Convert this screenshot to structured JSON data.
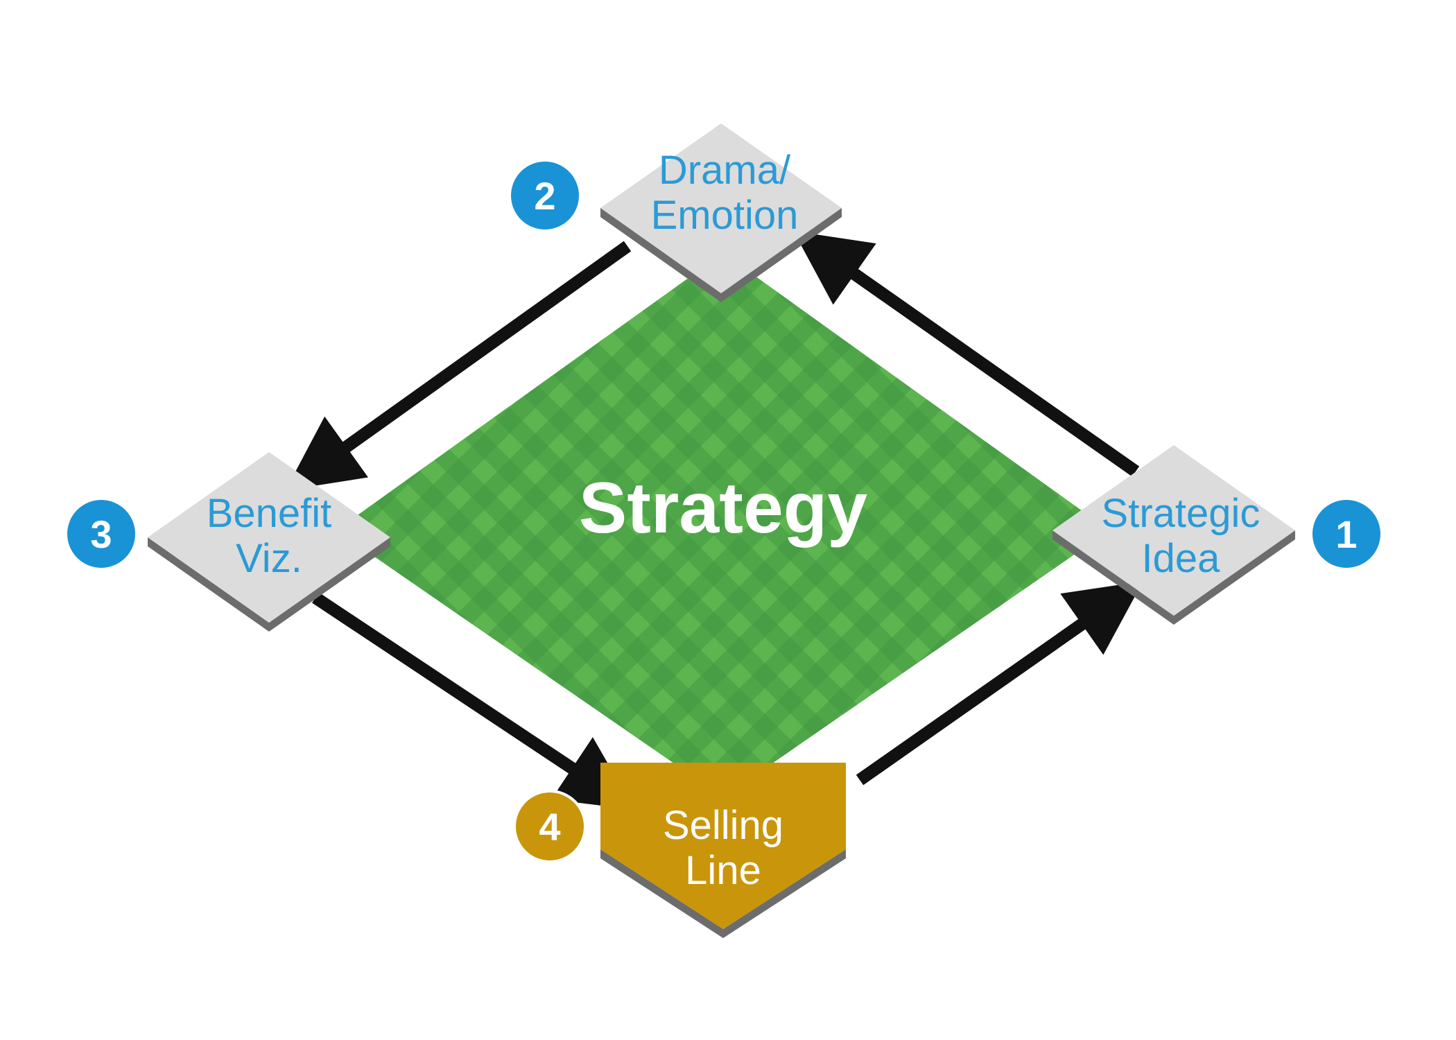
{
  "diagram": {
    "center_label": "Strategy",
    "nodes": [
      {
        "number": "1",
        "line1": "Strategic",
        "line2": "Idea"
      },
      {
        "number": "2",
        "line1": "Drama/",
        "line2": "Emotion"
      },
      {
        "number": "3",
        "line1": "Benefit",
        "line2": "Viz."
      },
      {
        "number": "4",
        "line1": "Selling",
        "line2": "Line"
      }
    ],
    "colors": {
      "field_light": "#5db54f",
      "field_dark": "#3f9440",
      "tile_top": "#dcdcdc",
      "tile_side": "#6c6c6c",
      "label_blue": "#2b9ad6",
      "badge_blue": "#1993d5",
      "gold": "#c9950a",
      "arrow": "#111111"
    }
  }
}
